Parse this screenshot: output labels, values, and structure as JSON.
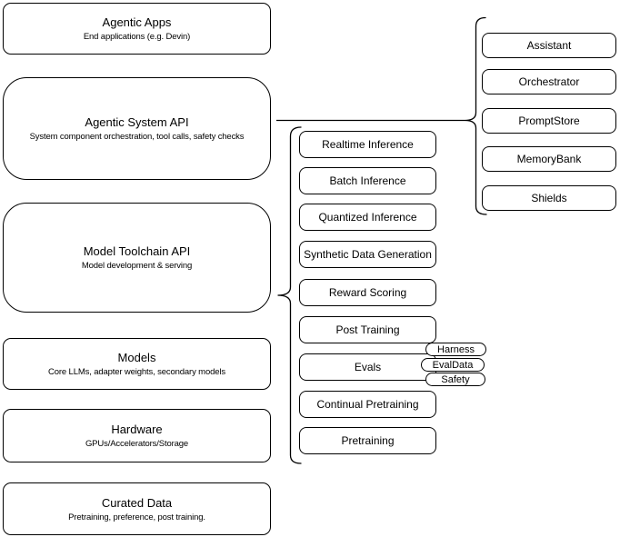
{
  "diagram": {
    "left_column": [
      {
        "title": "Agentic Apps",
        "subtitle": "End applications (e.g. Devin)"
      },
      {
        "title": "Agentic System API",
        "subtitle": "System component orchestration, tool calls, safety checks"
      },
      {
        "title": "Model Toolchain API",
        "subtitle": "Model development & serving"
      },
      {
        "title": "Models",
        "subtitle": "Core LLMs, adapter weights, secondary models"
      },
      {
        "title": "Hardware",
        "subtitle": "GPUs/Accelerators/Storage"
      },
      {
        "title": "Curated Data",
        "subtitle": "Pretraining, preference, post training."
      }
    ],
    "toolchain_components": [
      "Realtime Inference",
      "Batch Inference",
      "Quantized Inference",
      "Synthetic Data Generation",
      "Reward Scoring",
      "Post Training",
      "Evals",
      "Continual Pretraining",
      "Pretraining"
    ],
    "eval_badges": [
      "Harness",
      "EvalData",
      "Safety"
    ],
    "system_components": [
      "Assistant",
      "Orchestrator",
      "PromptStore",
      "MemoryBank",
      "Shields"
    ],
    "colors": {
      "background": "#ffffff",
      "border": "#000000",
      "text": "#000000"
    }
  }
}
